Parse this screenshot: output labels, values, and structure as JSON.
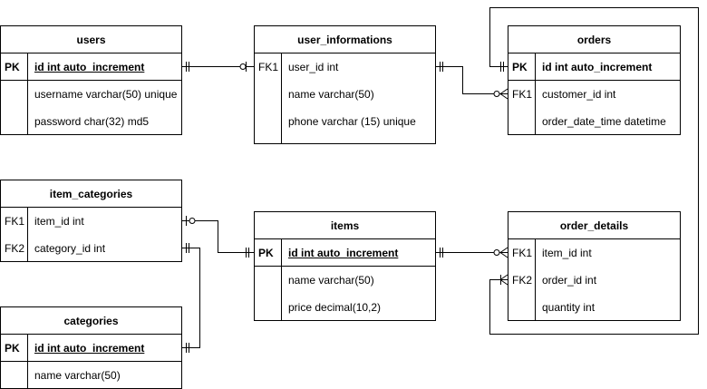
{
  "entities": {
    "users": {
      "title": "users",
      "rows": [
        {
          "key": "PK",
          "field": "id int auto_increment"
        },
        {
          "key": "",
          "field": "username varchar(50) unique"
        },
        {
          "key": "",
          "field": "password char(32) md5"
        }
      ]
    },
    "user_informations": {
      "title": "user_informations",
      "rows": [
        {
          "key": "FK1",
          "field": "user_id int"
        },
        {
          "key": "",
          "field": "name varchar(50)"
        },
        {
          "key": "",
          "field": "phone varchar (15) unique"
        }
      ]
    },
    "orders": {
      "title": "orders",
      "rows": [
        {
          "key": "PK",
          "field": "id int auto_increment"
        },
        {
          "key": "FK1",
          "field": "customer_id int"
        },
        {
          "key": "",
          "field": "order_date_time datetime"
        }
      ]
    },
    "item_categories": {
      "title": "item_categories",
      "rows": [
        {
          "key": "FK1",
          "field": "item_id int"
        },
        {
          "key": "FK2",
          "field": "category_id int"
        }
      ]
    },
    "items": {
      "title": "items",
      "rows": [
        {
          "key": "PK",
          "field": "id int auto_increment"
        },
        {
          "key": "",
          "field": "name varchar(50)"
        },
        {
          "key": "",
          "field": "price decimal(10,2)"
        }
      ]
    },
    "order_details": {
      "title": "order_details",
      "rows": [
        {
          "key": "FK1",
          "field": "item_id int"
        },
        {
          "key": "FK2",
          "field": "order_id int"
        },
        {
          "key": "",
          "field": "quantity int"
        }
      ]
    },
    "categories": {
      "title": "categories",
      "rows": [
        {
          "key": "PK",
          "field": "id int auto_increment"
        },
        {
          "key": "",
          "field": "name varchar(50)"
        }
      ]
    }
  }
}
